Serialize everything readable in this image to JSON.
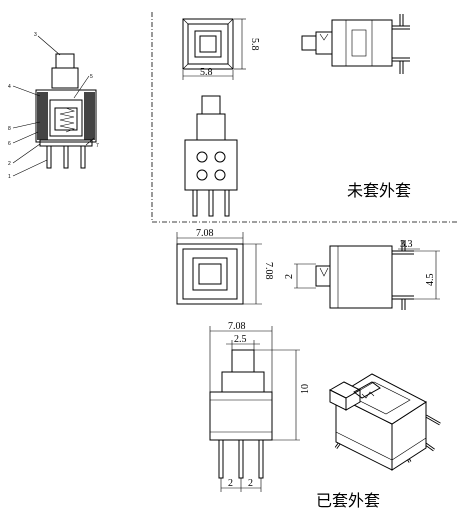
{
  "callouts": [
    "1",
    "2",
    "3",
    "4",
    "5",
    "6",
    "7",
    "8"
  ],
  "dimensions": {
    "small_width": "5.8",
    "small_height": "5.8",
    "large_width": "7.08",
    "large_height": "7.08",
    "side_left": "2",
    "side_top": "3.3",
    "side_right": "4.5",
    "front_width": "7.08",
    "front_button": "2.5",
    "front_height": "10",
    "pin_pitch_a": "2",
    "pin_pitch_b": "2"
  },
  "captions": {
    "without_cover": "未套外套",
    "with_cover": "已套外套"
  }
}
